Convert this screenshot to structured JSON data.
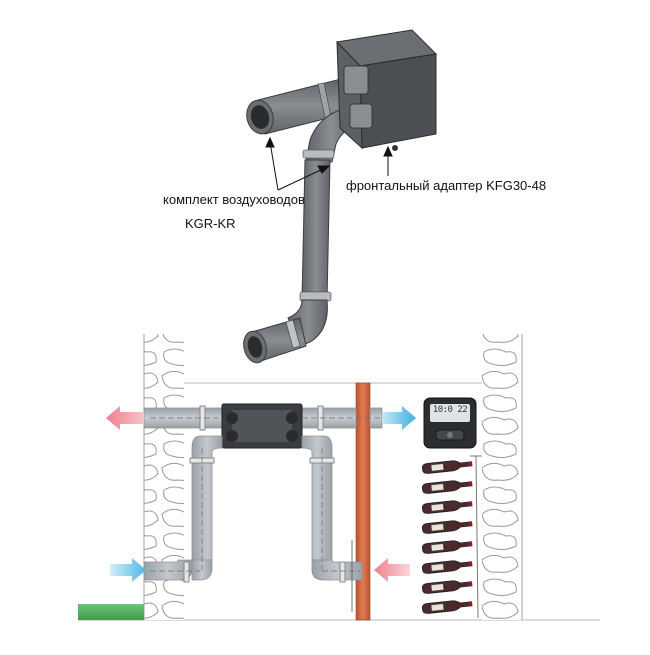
{
  "labels": {
    "duct_kit_line1": "комплект воздуховодов",
    "duct_kit_line2": "KGR-KR",
    "front_adapter": "фронтальный адаптер KFG30-48"
  },
  "thermostat": {
    "display": "10:0 22"
  },
  "colors": {
    "duct_gray": "#7a7d82",
    "duct_dark": "#55585c",
    "unit_black": "#3a3c3f",
    "hot_pipe": "#d8704a",
    "warm_arrow": "#ef7f8c",
    "cool_arrow": "#4fb6e6",
    "grass": "#4cae5a"
  },
  "icons": [
    "arrow-icon",
    "thermostat-icon",
    "wine-bottle-icon"
  ]
}
